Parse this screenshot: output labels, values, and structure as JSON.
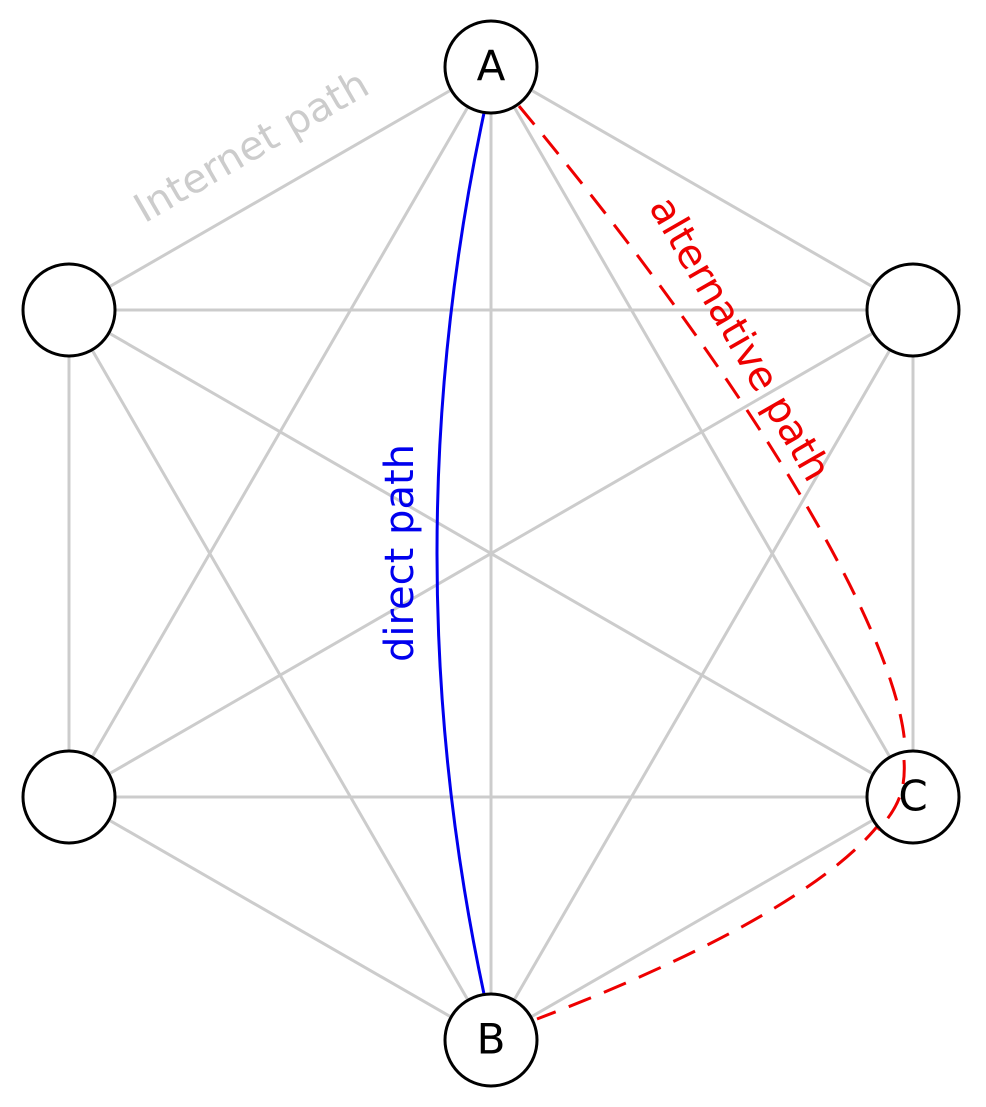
{
  "nodes": {
    "top": {
      "label": "A"
    },
    "upper_left": {
      "label": ""
    },
    "upper_right": {
      "label": ""
    },
    "lower_left": {
      "label": ""
    },
    "lower_right": {
      "label": "C"
    },
    "bottom": {
      "label": "B"
    }
  },
  "labels": {
    "internet_path": "Internet path",
    "direct_path": "direct path",
    "alternative_path": "alternative path"
  },
  "colors": {
    "internet_edges": "#cccccc",
    "direct_path": "#0000ee",
    "alternative_path": "#ee0000",
    "node_stroke": "#000000"
  }
}
